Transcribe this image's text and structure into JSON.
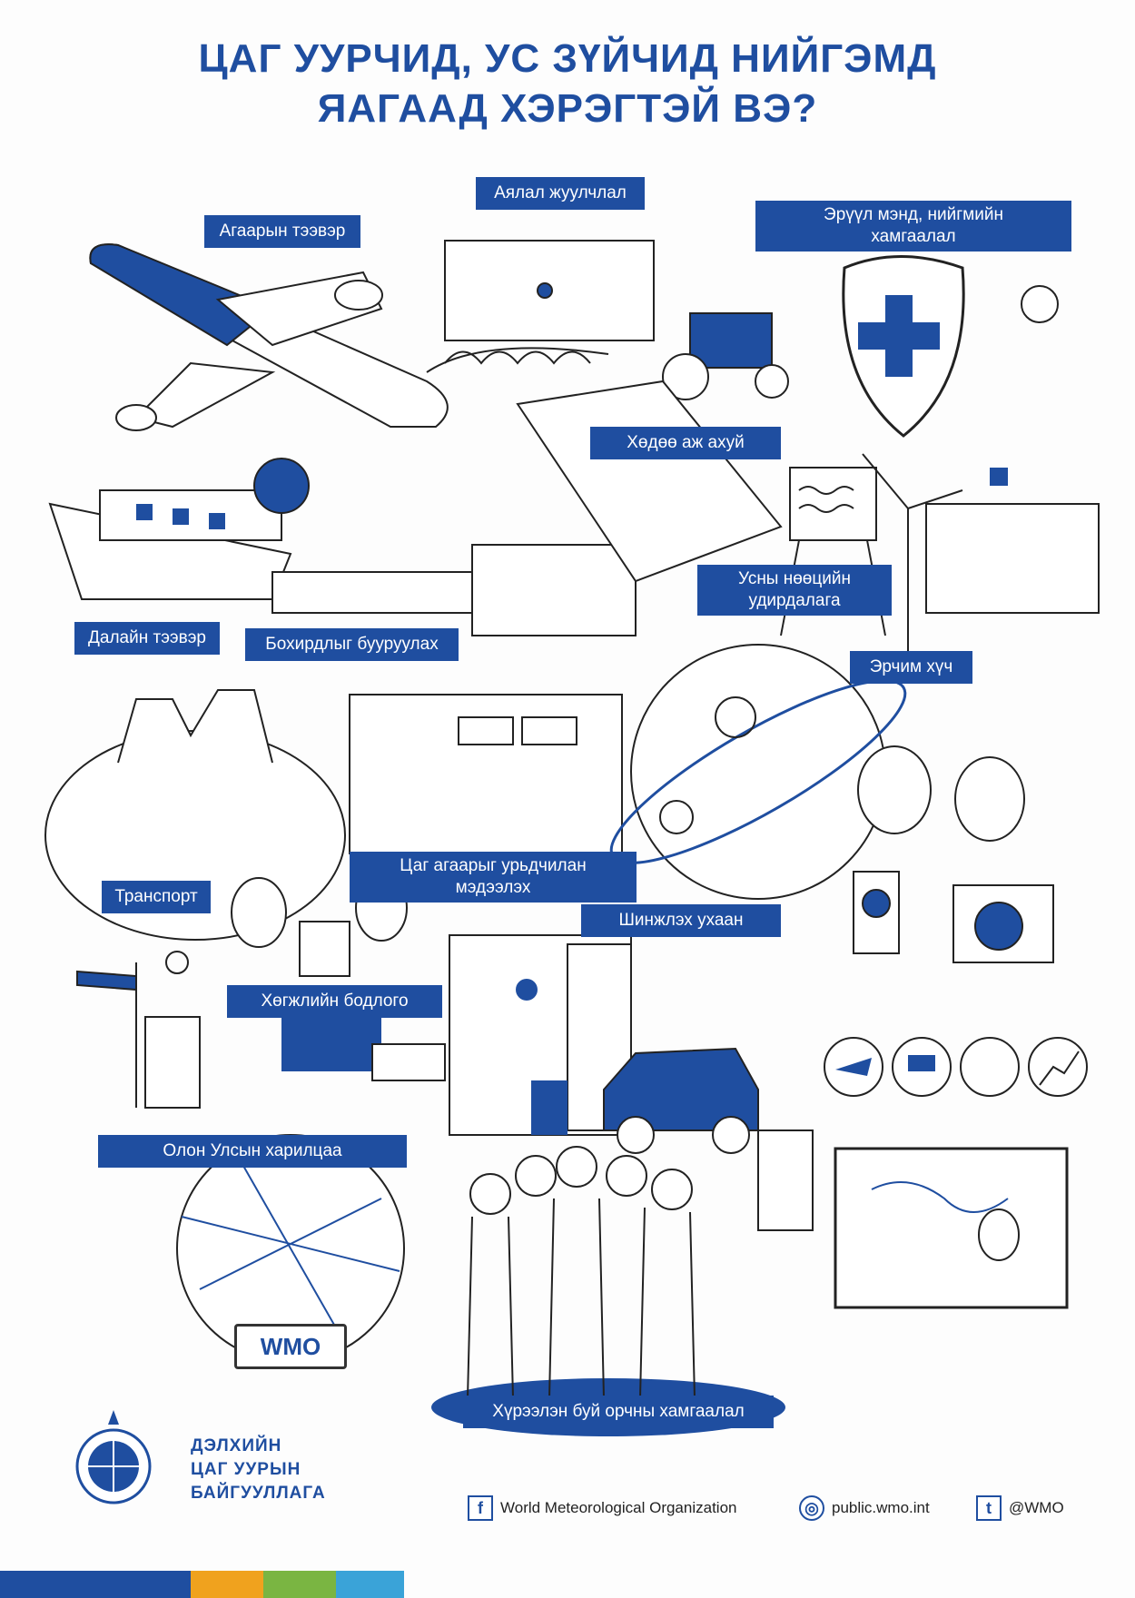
{
  "header": {
    "title_line1": "ЦАГ УУРЧИД, УС ЗҮЙЧИД НИЙГЭМД",
    "title_line2": "ЯАГААД ХЭРЭГТЭЙ ВЭ?"
  },
  "labels": {
    "air_transport": "Агаарын тээвэр",
    "tourism": "Аялал жуулчлал",
    "health_line1": "Эрүүл мэнд, нийгмийн",
    "health_line2": "хамгаалал",
    "agriculture": "Хөдөө аж ахуй",
    "water_line1": "Усны нөөцийн",
    "water_line2": "удирдалага",
    "maritime": "Далайн тээвэр",
    "pollution": "Бохирдлыг бууруулах",
    "energy": "Эрчим хүч",
    "transport": "Транспорт",
    "forecast_line1": "Цаг агаарыг урьдчилан",
    "forecast_line2": "мэдээлэх",
    "science": "Шинжлэх ухаан",
    "policy": "Хөгжлийн бодлого",
    "international": "Олон Улсын харилцаа",
    "environment": "Хүрээлэн буй орчны хамгаалал"
  },
  "globe_sign": "WMO",
  "footer": {
    "org_line1": "ДЭЛХИЙН",
    "org_line2": "ЦАГ УУРЫН",
    "org_line3": "БАЙГУУЛЛАГА",
    "facebook": "World Meteorological Organization",
    "website": "public.wmo.int",
    "twitter": "@WMO"
  },
  "icons": {
    "facebook": "facebook-icon",
    "website": "globe-icon",
    "twitter": "twitter-icon"
  },
  "colors": {
    "brand_blue": "#1f4ea0",
    "bar_blue": "#1f4ea0",
    "bar_orange": "#f0a21e",
    "bar_green": "#7ab542",
    "bar_cyan": "#3aa3d8"
  }
}
